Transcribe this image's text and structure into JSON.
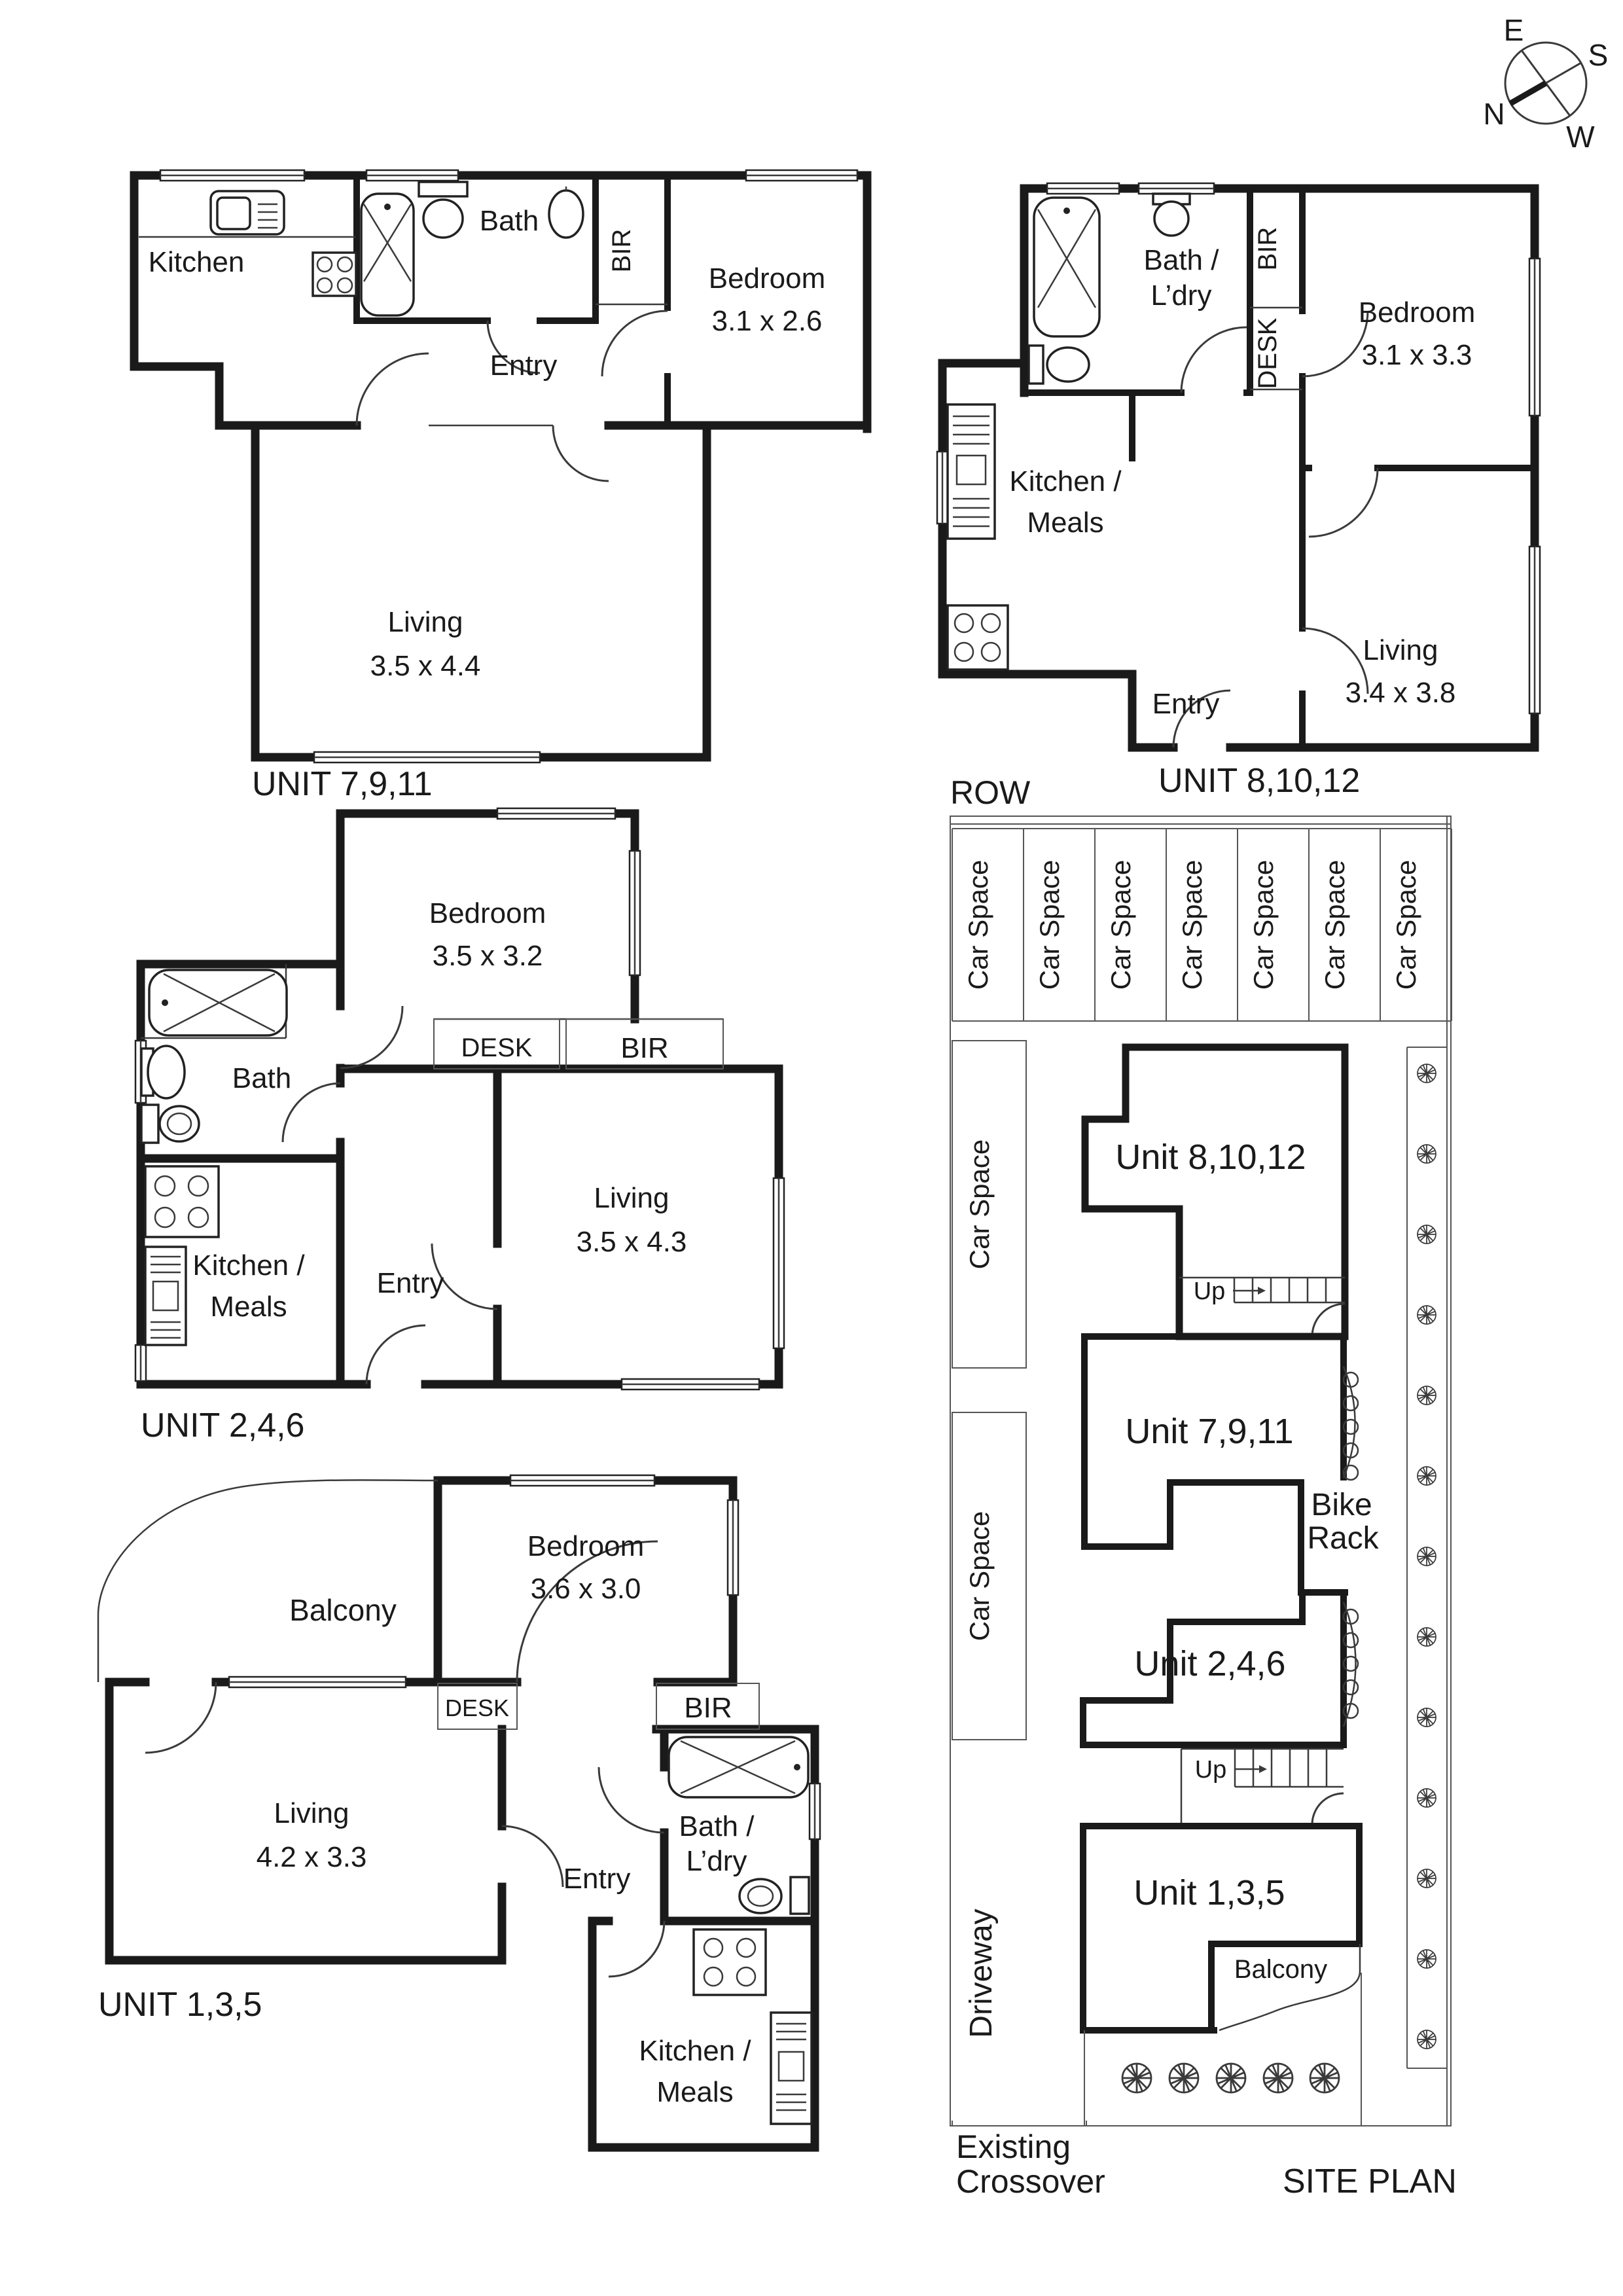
{
  "compass": {
    "e": "E",
    "s": "S",
    "n": "N",
    "w": "W"
  },
  "fp1": {
    "title": "UNIT 7,9,11",
    "kitchen": "Kitchen",
    "bath": "Bath",
    "bir": "BIR",
    "bedroom": "Bedroom",
    "bedroom_dim": "3.1 x 2.6",
    "entry": "Entry",
    "living": "Living",
    "living_dim": "3.5 x 4.4"
  },
  "fp2": {
    "title": "UNIT 8,10,12",
    "bath1": "Bath /",
    "bath2": "L’dry",
    "bir": "BIR",
    "desk": "DESK",
    "bedroom": "Bedroom",
    "bedroom_dim": "3.1 x 3.3",
    "kitchen1": "Kitchen /",
    "kitchen2": "Meals",
    "entry": "Entry",
    "living": "Living",
    "living_dim": "3.4 x 3.8"
  },
  "fp3": {
    "title": "UNIT 2,4,6",
    "bedroom": "Bedroom",
    "bedroom_dim": "3.5 x 3.2",
    "desk": "DESK",
    "bir": "BIR",
    "bath": "Bath",
    "kitchen1": "Kitchen /",
    "kitchen2": "Meals",
    "entry": "Entry",
    "living": "Living",
    "living_dim": "3.5 x 4.3"
  },
  "fp4": {
    "title": "UNIT 1,3,5",
    "balcony": "Balcony",
    "bedroom": "Bedroom",
    "bedroom_dim": "3.6 x 3.0",
    "desk": "DESK",
    "bir": "BIR",
    "living": "Living",
    "living_dim": "4.2 x 3.3",
    "entry": "Entry",
    "bath1": "Bath /",
    "bath2": "L’dry",
    "kitchen1": "Kitchen /",
    "kitchen2": "Meals"
  },
  "site": {
    "row": "ROW",
    "car_space": "Car Space",
    "up": "Up",
    "bike1": "Bike",
    "bike2": "Rack",
    "unit8": "Unit 8,10,12",
    "unit7": "Unit 7,9,11",
    "unit2": "Unit 2,4,6",
    "unit1": "Unit 1,3,5",
    "balcony": "Balcony",
    "driveway": "Driveway",
    "crossover1": "Existing",
    "crossover2": "Crossover",
    "title": "SITE PLAN"
  }
}
